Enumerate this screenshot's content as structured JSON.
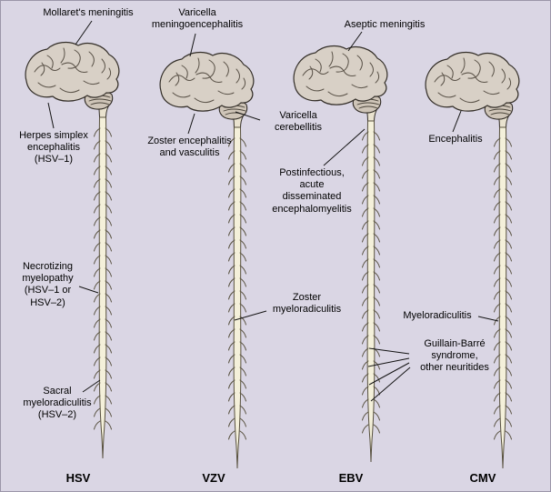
{
  "colors": {
    "background": "#dad6e4",
    "brain_fill": "#d8d0c6",
    "cerebellum_fill": "#cfc5b8",
    "cord_fill": "#f4f0da",
    "outline": "#332e28",
    "text": "#000000"
  },
  "annotations": {
    "mollarets": "Mollaret's meningitis",
    "varicella_meningo": "Varicella\nmeningoencephalitis",
    "aseptic": "Aseptic meningitis",
    "hse": "Herpes simplex\nencephalitis\n(HSV–1)",
    "zoster_enceph": "Zoster encephalitis\nand vasculitis",
    "varicella_cereb": "Varicella\ncerebellitis",
    "postinfectious": "Postinfectious,\nacute\ndisseminated\nencephalomyelitis",
    "encephalitis": "Encephalitis",
    "necrotizing": "Necrotizing\nmyelopathy\n(HSV–1 or\nHSV–2)",
    "zoster_myelo": "Zoster\nmyeloradiculitis",
    "myeloradiculitis": "Myeloradiculitis",
    "guillain": "Guillain-Barré\nsyndrome,\nother neuritides",
    "sacral": "Sacral\nmyeloradiculitis\n(HSV–2)"
  },
  "viruses": {
    "hsv": "HSV",
    "vzv": "VZV",
    "ebv": "EBV",
    "cmv": "CMV"
  }
}
